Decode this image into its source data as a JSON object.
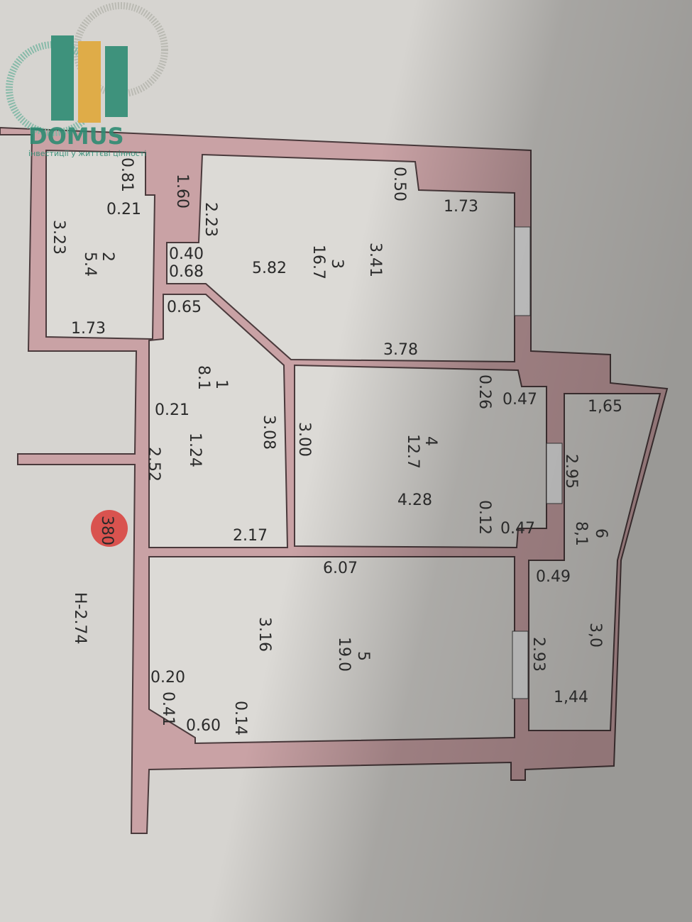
{
  "logo": {
    "brand": "DOMUS",
    "tagline": "інвестиції у життєві цінності"
  },
  "badge": "380",
  "ceiling_height": "H-2.74",
  "rooms": [
    {
      "number": "1",
      "area": "8.1",
      "dims": [
        "0.21",
        "1.24",
        "2.52",
        "3.08",
        "0.65",
        "2.17"
      ]
    },
    {
      "number": "2",
      "area": "5.4",
      "dims": [
        "0.81",
        "0.21",
        "3.23",
        "1.73"
      ]
    },
    {
      "number": "3",
      "area": "16.7",
      "dims": [
        "1.60",
        "2.23",
        "0.40",
        "0.68",
        "5.82",
        "3.41",
        "0.50",
        "1.73",
        "3.78"
      ]
    },
    {
      "number": "4",
      "area": "12.7",
      "dims": [
        "3.00",
        "4.28",
        "0.26",
        "0.47",
        "0.12",
        "0.47"
      ]
    },
    {
      "number": "5",
      "area": "19.0",
      "dims": [
        "6.07",
        "3.16",
        "0.20",
        "0.41",
        "0.60",
        "0.14"
      ]
    },
    {
      "number": "6",
      "area": "8,1",
      "dims": [
        "1,65",
        "2.95",
        "0.49",
        "3,0",
        "2.93",
        "1,44"
      ]
    }
  ],
  "colors": {
    "wall": "#c9a2a5",
    "floor": "#dcdad6",
    "badge": "#d9534f",
    "logo_green": "#2e8b73",
    "logo_yellow": "#e0a83a"
  }
}
